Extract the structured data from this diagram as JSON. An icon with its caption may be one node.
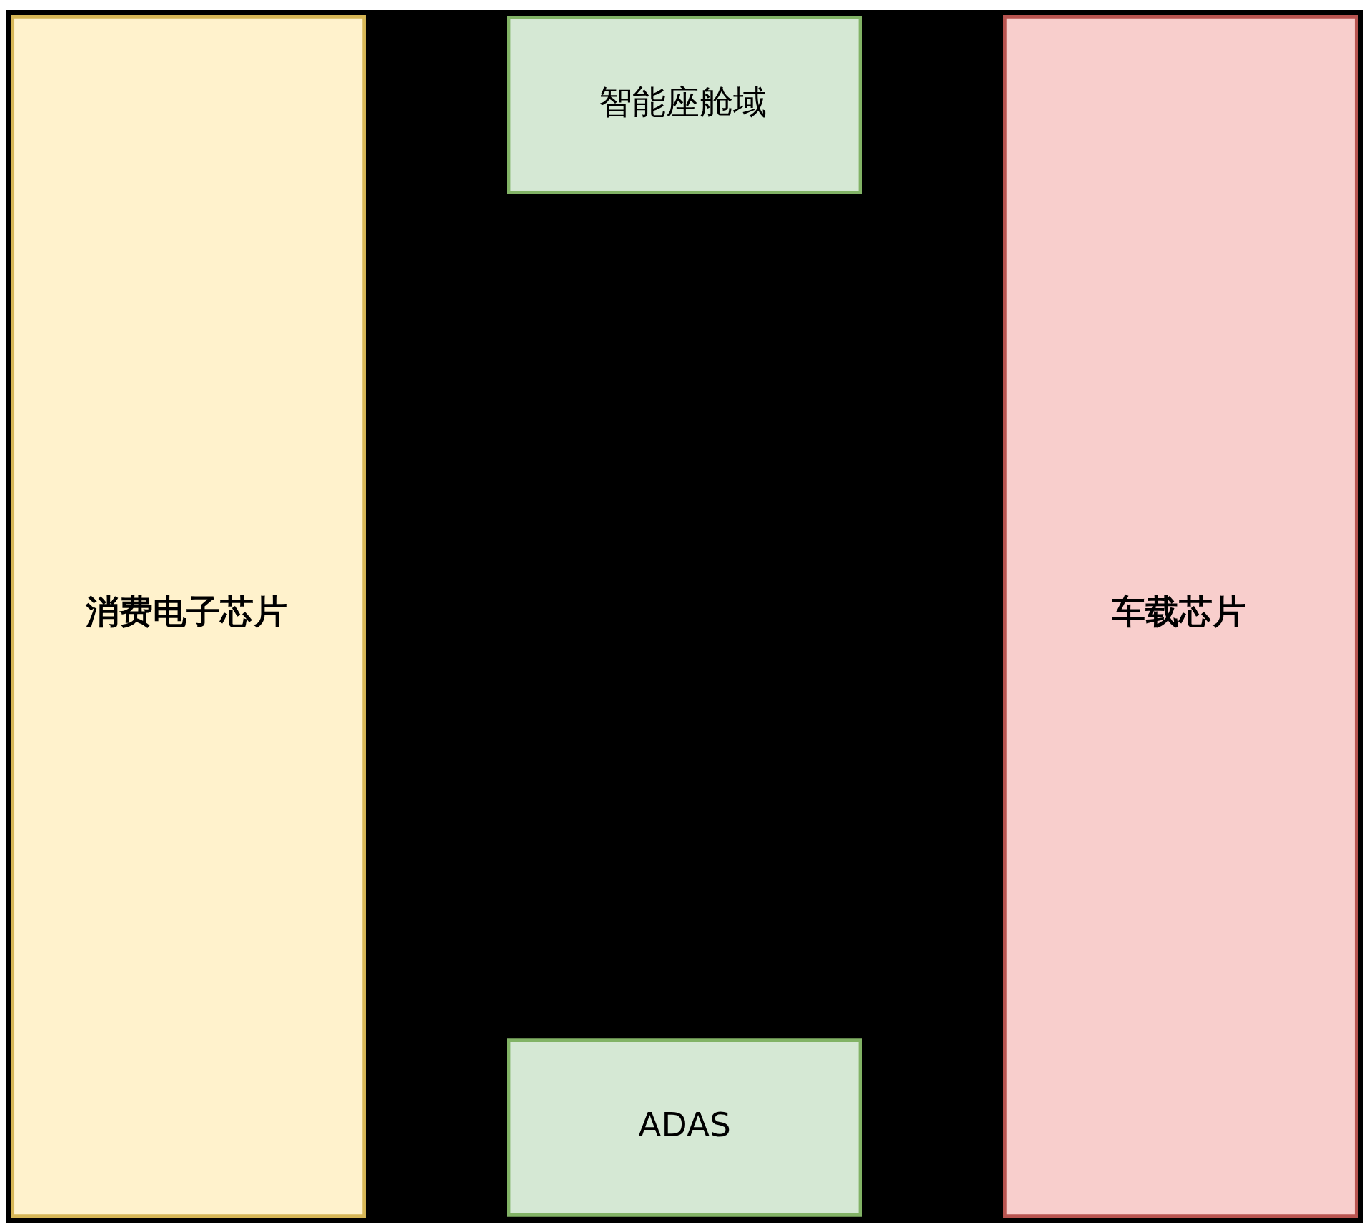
{
  "diagram": {
    "nodes": [
      {
        "text": [
          "消费电子芯片"
        ]
      },
      {
        "text": [
          "智能座舱域"
        ]
      },
      {
        "text": [
          "ADAS"
        ]
      },
      {
        "text": [
          "车载芯片"
        ]
      }
    ]
  }
}
